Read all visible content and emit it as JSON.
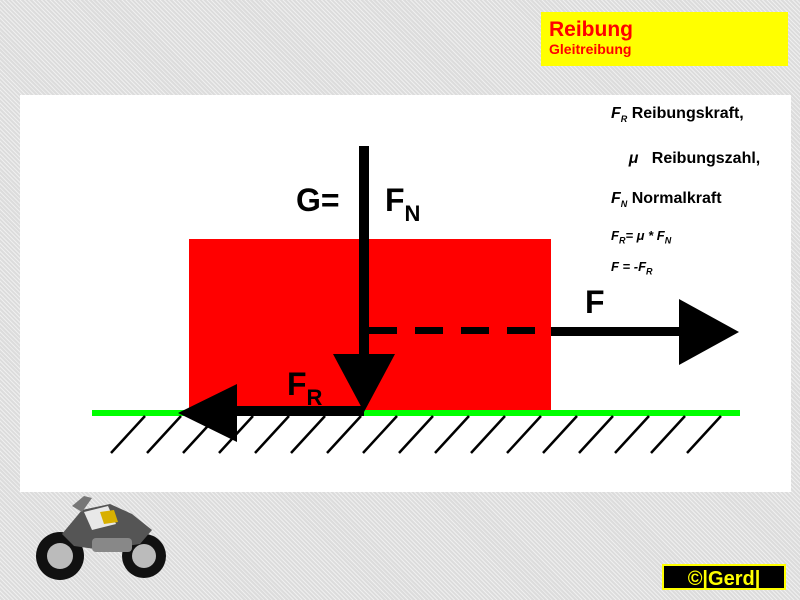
{
  "header": {
    "title": "Reibung",
    "subtitle": "Gleitreibung"
  },
  "forces": {
    "gravity_label": "G=",
    "normal_main": "F",
    "normal_sub": "N",
    "friction_main": "F",
    "friction_sub": "R",
    "applied": "F"
  },
  "legend": {
    "r1_sym": "F",
    "r1_sub": "R",
    "r1_text": " Reibungskraft,",
    "r2_sym": "μ",
    "r2_text": "   Reibungszahl,",
    "r3_sym": "F",
    "r3_sub": "N",
    "r3_text": " Normalkraft",
    "formula1": {
      "a": "F",
      "a_sub": "R",
      "b": "= μ * F",
      "b_sub": "N"
    },
    "formula2": {
      "a": "F = -F",
      "a_sub": "R"
    }
  },
  "logo": {
    "text": "©|Gerd|"
  },
  "colors": {
    "block": "#ff0000",
    "ground": "#00ff00",
    "title_bg": "#ffff00",
    "title_text": "#ff0000"
  }
}
